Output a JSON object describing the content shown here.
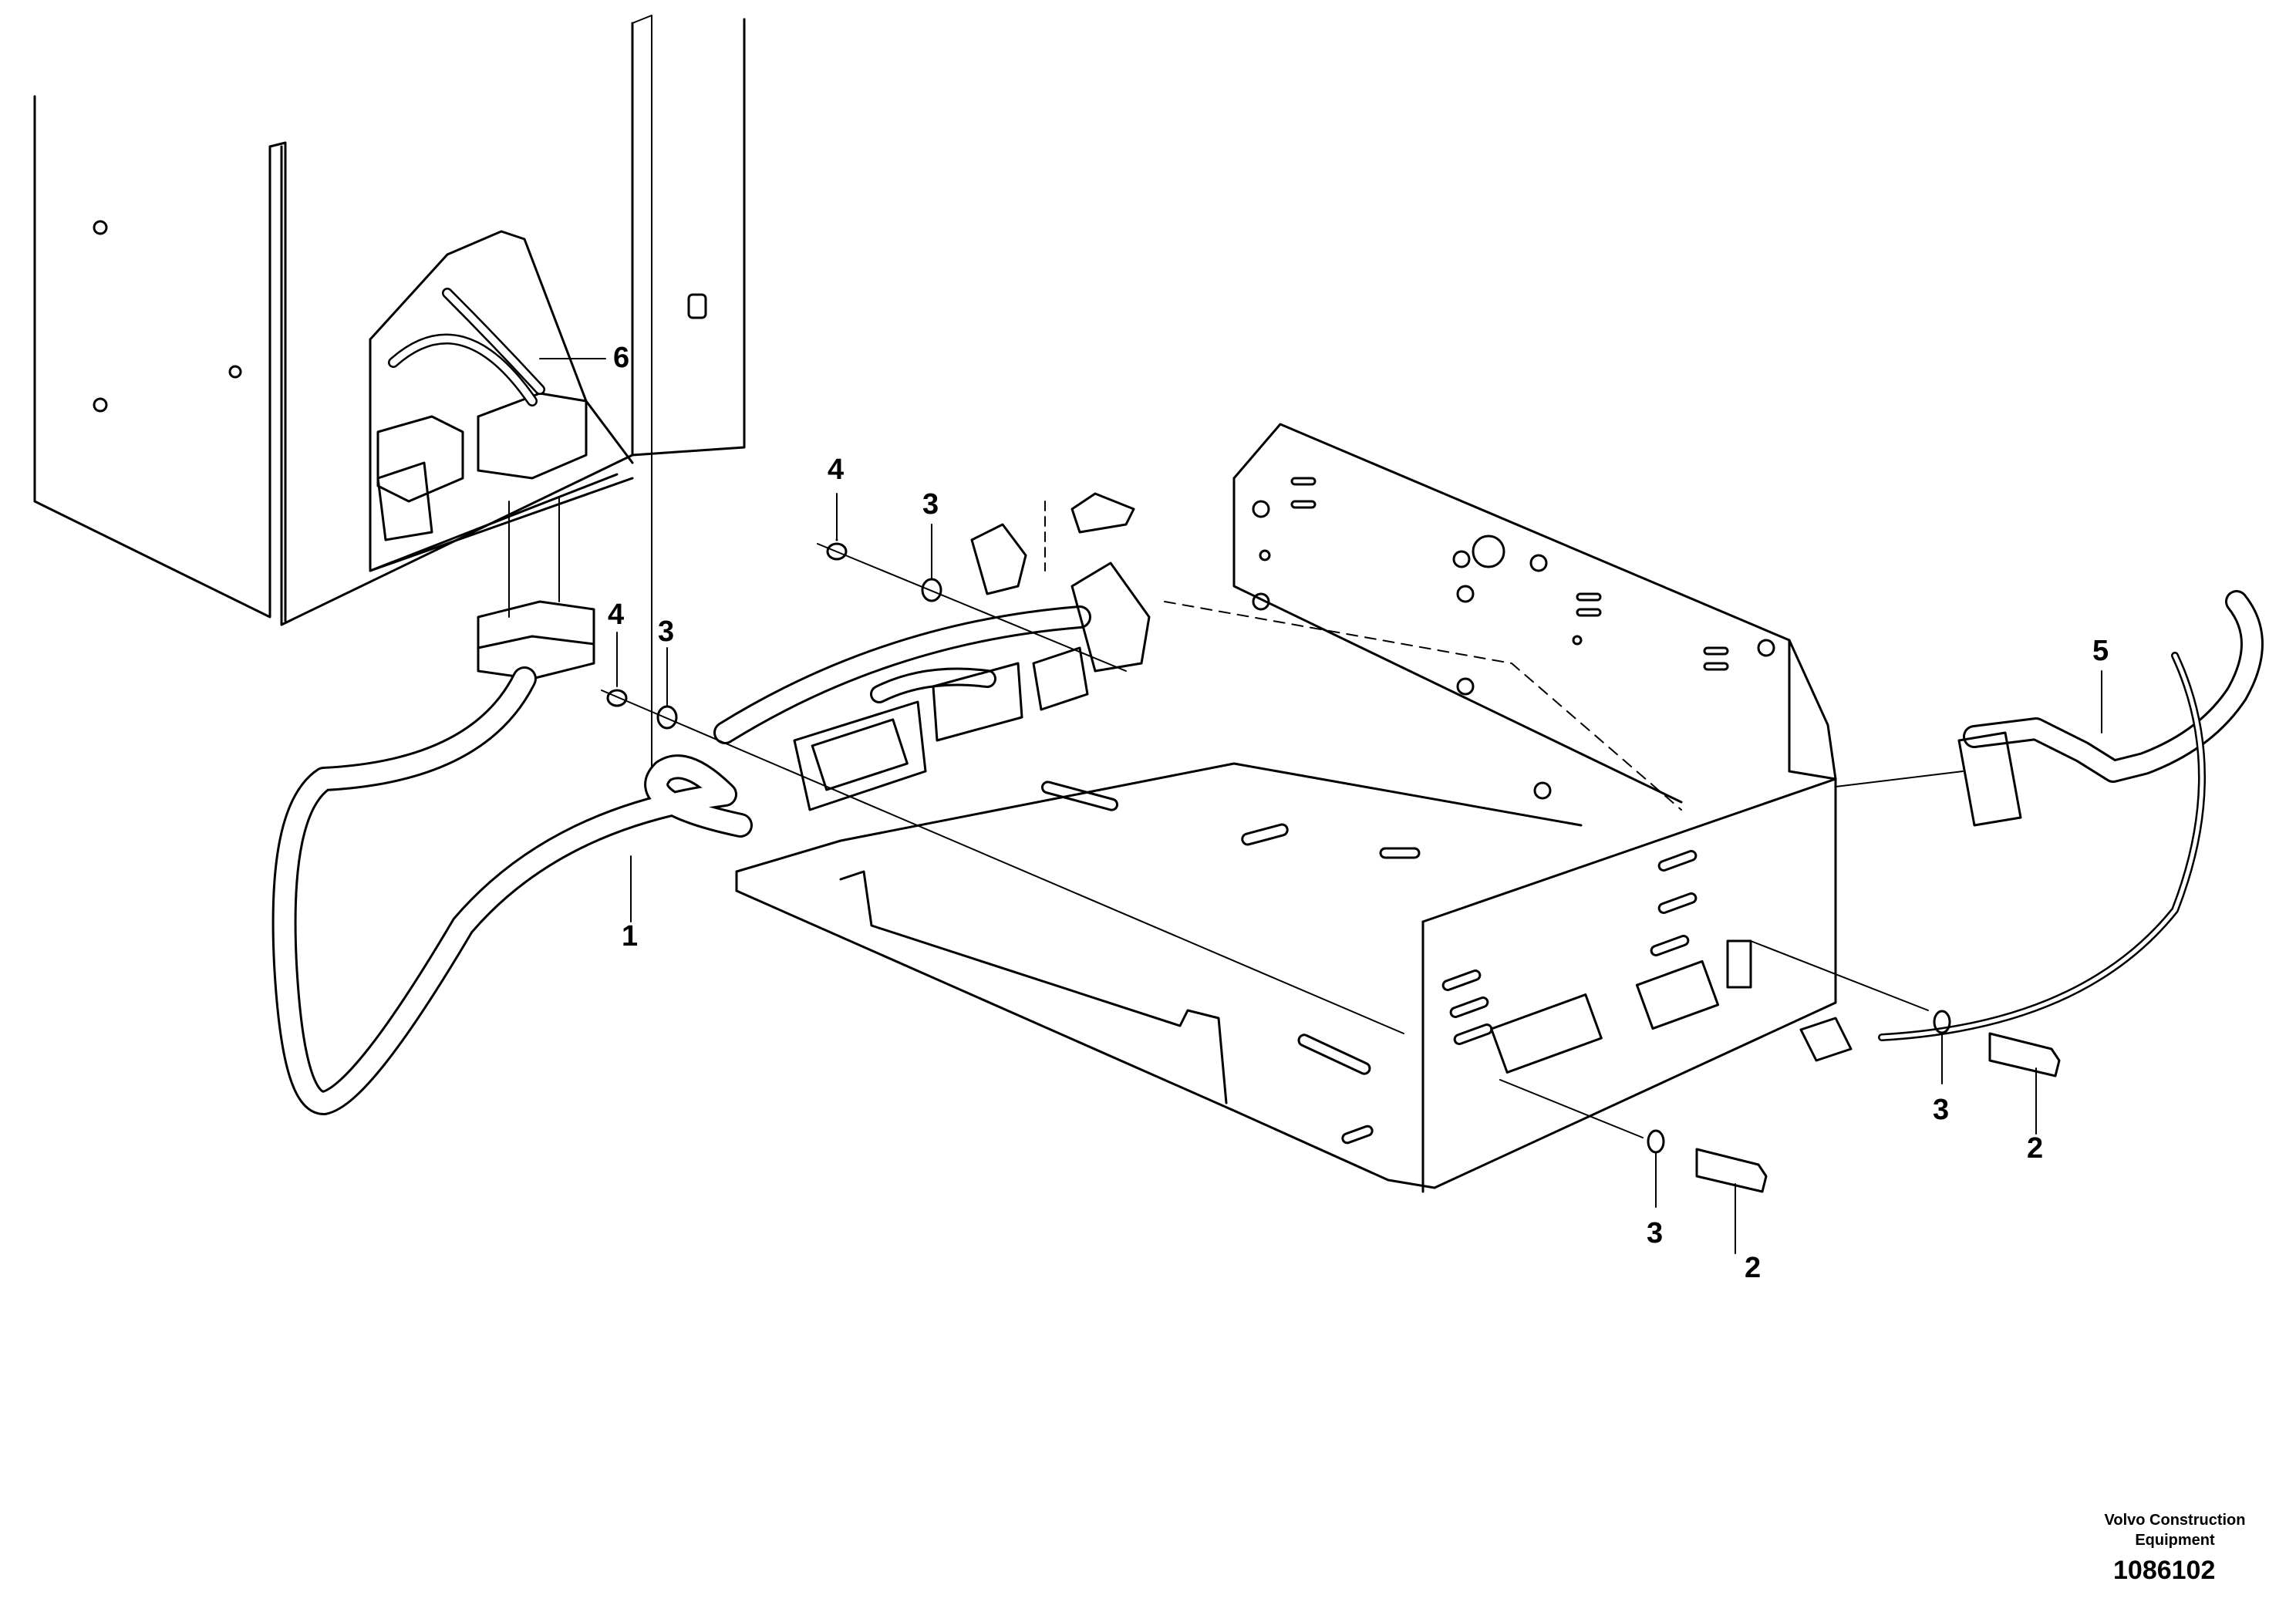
{
  "diagram": {
    "callouts": [
      "1",
      "2",
      "2",
      "3",
      "3",
      "3",
      "3",
      "4",
      "4",
      "5",
      "6"
    ]
  },
  "labels": {
    "harness_1": "1",
    "screw_2a": "2",
    "screw_2b": "2",
    "washer_3a": "3",
    "washer_3b": "3",
    "washer_3c": "3",
    "washer_3d": "3",
    "nut_4a": "4",
    "nut_4b": "4",
    "harness_5": "5",
    "harness_6": "6"
  },
  "footer": {
    "company_line1": "Volvo Construction",
    "company_line2": "Equipment",
    "drawing_number": "1086102"
  },
  "colors": {
    "line": "#000000",
    "background": "#ffffff"
  }
}
